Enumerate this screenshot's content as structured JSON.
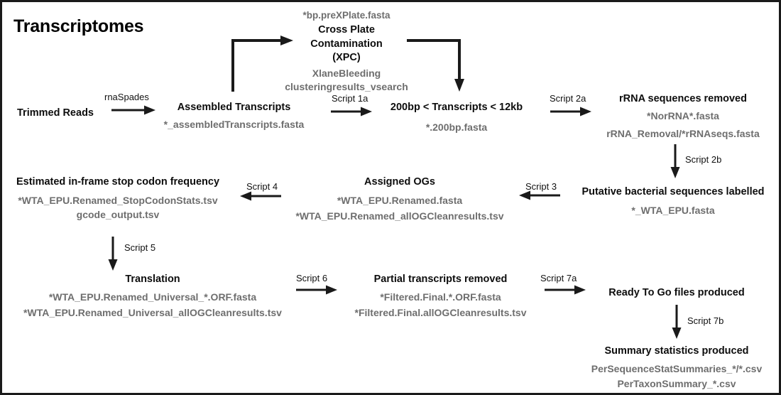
{
  "diagram": {
    "title": "Transcriptomes",
    "accent_color": "#6e6e6e",
    "line_color": "#1a1a1a",
    "nodes": [
      {
        "id": "trimmed-reads",
        "header": "Trimmed Reads",
        "files": []
      },
      {
        "id": "assembled-transcripts",
        "header": "Assembled Transcripts",
        "files": [
          "*_assembledTranscripts.fasta"
        ]
      },
      {
        "id": "cross-plate-contamination",
        "pre_file": "*bp.preXPlate.fasta",
        "header_lines": [
          "Cross Plate",
          "Contamination",
          "(XPC)"
        ],
        "files": [
          "XlaneBleeding",
          "clusteringresults_vsearch"
        ]
      },
      {
        "id": "transcript-length-filter",
        "header": "200bp < Transcripts < 12kb",
        "files": [
          "*.200bp.fasta"
        ]
      },
      {
        "id": "rrna-removed",
        "header": "rRNA sequences removed",
        "files": [
          "*NorRNA*.fasta",
          "rRNA_Removal/*rRNAseqs.fasta"
        ]
      },
      {
        "id": "putative-bacterial-labelled",
        "header": "Putative bacterial sequences labelled",
        "files": [
          "*_WTA_EPU.fasta"
        ]
      },
      {
        "id": "assigned-ogs",
        "header": "Assigned OGs",
        "files": [
          "*WTA_EPU.Renamed.fasta",
          "*WTA_EPU.Renamed_allOGCleanresults.tsv"
        ]
      },
      {
        "id": "stop-codon-frequency",
        "header": "Estimated in-frame stop codon frequency",
        "files": [
          "*WTA_EPU.Renamed_StopCodonStats.tsv",
          "gcode_output.tsv"
        ]
      },
      {
        "id": "translation",
        "header": "Translation",
        "files": [
          "*WTA_EPU.Renamed_Universal_*.ORF.fasta",
          "*WTA_EPU.Renamed_Universal_allOGCleanresults.tsv"
        ]
      },
      {
        "id": "partial-transcripts-removed",
        "header": "Partial transcripts removed",
        "files": [
          "*Filtered.Final.*.ORF.fasta",
          "*Filtered.Final.allOGCleanresults.tsv"
        ]
      },
      {
        "id": "ready-to-go",
        "header": "Ready To Go files produced",
        "files": []
      },
      {
        "id": "summary-statistics",
        "header": "Summary statistics produced",
        "files": [
          "PerSequenceStatSummaries_*/*.csv",
          "PerTaxonSummary_*.csv"
        ]
      }
    ],
    "edges": [
      {
        "id": "rnaspades",
        "label": "rnaSpades",
        "direction": "right"
      },
      {
        "id": "script-1a",
        "label": "Script 1a",
        "direction": "right"
      },
      {
        "id": "script-2a",
        "label": "Script 2a",
        "direction": "right"
      },
      {
        "id": "script-2b",
        "label": "Script 2b",
        "direction": "down"
      },
      {
        "id": "script-3",
        "label": "Script 3",
        "direction": "left"
      },
      {
        "id": "script-4",
        "label": "Script 4",
        "direction": "left"
      },
      {
        "id": "script-5",
        "label": "Script 5",
        "direction": "down"
      },
      {
        "id": "script-6",
        "label": "Script 6",
        "direction": "right"
      },
      {
        "id": "script-7a",
        "label": "Script 7a",
        "direction": "right"
      },
      {
        "id": "script-7b",
        "label": "Script 7b",
        "direction": "down"
      },
      {
        "id": "xpc-in",
        "label": "",
        "direction": "elbow-up-right"
      },
      {
        "id": "xpc-out",
        "label": "",
        "direction": "elbow-right-down"
      }
    ]
  }
}
